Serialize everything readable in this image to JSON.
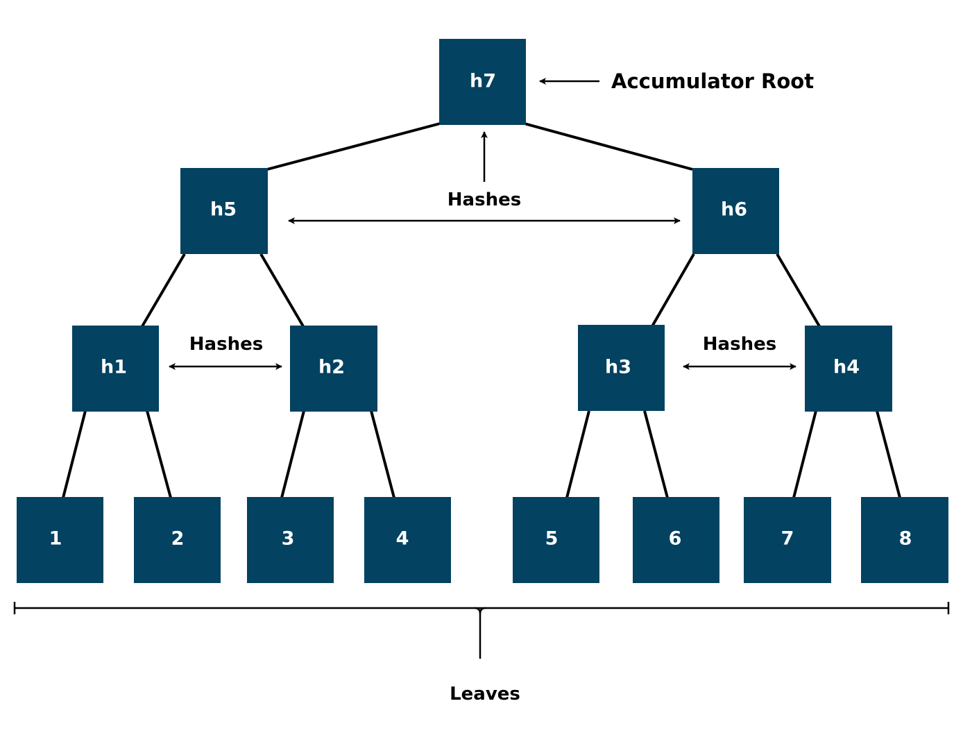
{
  "diagram": {
    "root_label": "Accumulator Root",
    "hashes_label": "Hashes",
    "leaves_label": "Leaves",
    "colors": {
      "node_fill": "#034260",
      "node_text": "#ffffff",
      "line": "#000000"
    },
    "nodes": {
      "h7": "h7",
      "h5": "h5",
      "h6": "h6",
      "h1": "h1",
      "h2": "h2",
      "h3": "h3",
      "h4": "h4",
      "leaf1": "1",
      "leaf2": "2",
      "leaf3": "3",
      "leaf4": "4",
      "leaf5": "5",
      "leaf6": "6",
      "leaf7": "7",
      "leaf8": "8"
    }
  }
}
